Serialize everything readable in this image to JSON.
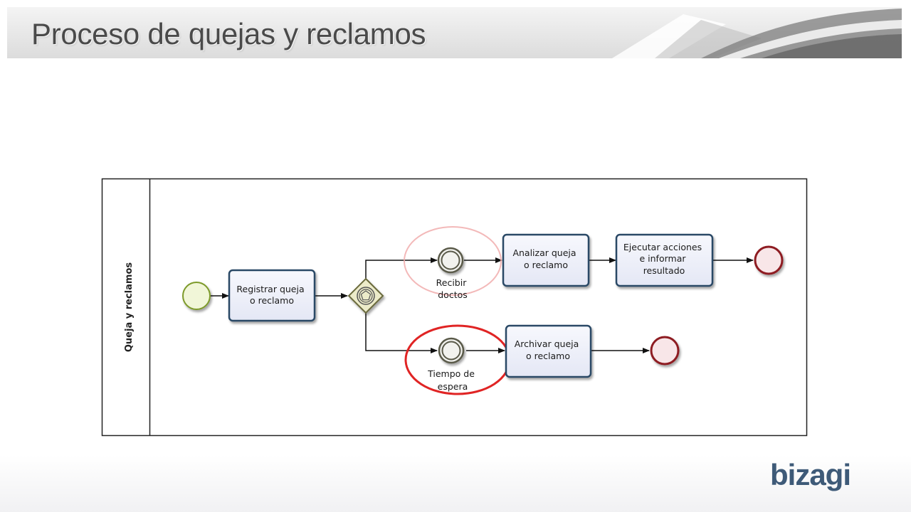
{
  "slide": {
    "title": "Proceso de quejas y reclamos",
    "logo_text": "bizagi"
  },
  "diagram": {
    "lane": "Queja y reclamos",
    "tasks": {
      "registrar": [
        "Registrar queja",
        "o reclamo"
      ],
      "analizar": [
        "Analizar queja",
        "o reclamo"
      ],
      "ejecutar": [
        "Ejecutar acciones",
        "e informar",
        "resultado"
      ],
      "archivar": [
        "Archivar queja",
        "o reclamo"
      ]
    },
    "events": {
      "recibir": [
        "Recibir",
        "doctos"
      ],
      "tiempo": [
        "Tiempo de",
        "espera"
      ]
    },
    "colors": {
      "task_border": "#2b4866",
      "task_fill": "#eef0fa",
      "start_fill": "#f1f6d8",
      "start_border": "#7d9a2a",
      "end_fill": "#f8e6e8",
      "end_border": "#8e1b20",
      "intermediate_border": "#5a5a4a",
      "gateway_fill": "#ecebc9",
      "gateway_border": "#6b6b3c",
      "highlight_faint": "#f0a8a8",
      "highlight_strong": "#e02424"
    }
  }
}
